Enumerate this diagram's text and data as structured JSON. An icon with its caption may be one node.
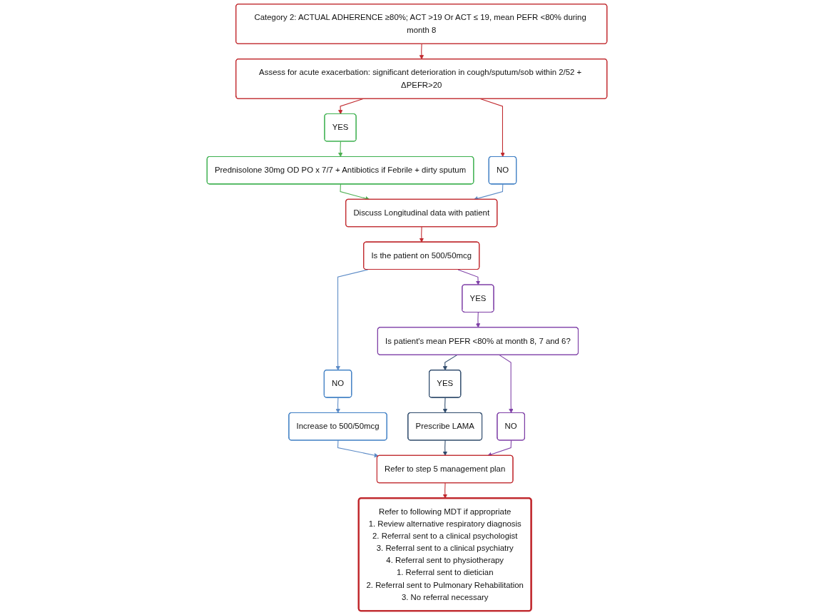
{
  "diagram": {
    "nodes": [
      {
        "text": [
          "Category 2: ACTUAL ADHERENCE ≥80%; ACT >19 Or ACT ≤ 19, mean PEFR <80% during month 8"
        ]
      },
      {
        "text": [
          "Assess for acute exacerbation: significant deterioration in cough/sputum/sob within 2/52 + ΔPEFR>20"
        ]
      },
      {
        "text": [
          "NO"
        ]
      },
      {
        "text": [
          "YES"
        ]
      },
      {
        "text": [
          "Prednisolone 30mg OD PO x 7/7 + Antibiotics if Febrile + dirty sputum"
        ]
      },
      {
        "text": [
          "Discuss Longitudinal data with patient"
        ]
      },
      {
        "text": [
          "Is the patient on 500/50mcg"
        ]
      },
      {
        "text": [
          "NO"
        ]
      },
      {
        "text": [
          "YES"
        ]
      },
      {
        "text": [
          "Increase to 500/50mcg"
        ]
      },
      {
        "text": [
          "Is patient's mean PEFR <80% at month 8, 7 and 6?"
        ]
      },
      {
        "text": [
          "NO"
        ]
      },
      {
        "text": [
          "YES"
        ]
      },
      {
        "text": [
          "Prescribe LAMA"
        ]
      },
      {
        "text": [
          "Refer to step 5 management plan"
        ]
      },
      {
        "text": [
          "Refer to following MDT if appropriate",
          "1. Review alternative respiratory diagnosis",
          "2. Referral sent to a clinical psychologist",
          "3. Referral sent to a clinical psychiatry",
          "4. Referral sent to physiotherapy",
          "1. Referral sent to dietician",
          "2. Referral sent to Pulmonary Rehabilitation",
          "3. No referral necessary"
        ]
      }
    ],
    "edges": [
      {
        "from": 0,
        "to": 1,
        "arrow": "to"
      },
      {
        "from": 1,
        "to": 2,
        "arrow": "to"
      },
      {
        "from": 1,
        "to": 3,
        "arrow": "to"
      },
      {
        "from": 3,
        "to": 4,
        "arrow": "to",
        "color": "#4caf50"
      },
      {
        "from": 4,
        "to": 5,
        "arrow": "to",
        "color": "#4caf50"
      },
      {
        "from": 2,
        "to": 5,
        "arrow": "to",
        "color": "#5b8ac6"
      },
      {
        "from": 5,
        "to": 6,
        "arrow": "to"
      },
      {
        "from": 6,
        "to": 7,
        "arrow": "to",
        "color": "#5b8ac6"
      },
      {
        "from": 6,
        "to": 8,
        "arrow": "to",
        "color": "#7e3fa6"
      },
      {
        "from": 7,
        "to": 9,
        "arrow": "to",
        "color": "#5b8ac6"
      },
      {
        "from": 8,
        "to": 10,
        "arrow": "to",
        "color": "#7e3fa6"
      },
      {
        "from": 10,
        "to": 11,
        "arrow": "to",
        "color": "#7e3fa6"
      },
      {
        "from": 10,
        "to": 12,
        "arrow": "to",
        "color": "#2e4a6b"
      },
      {
        "from": 12,
        "to": 13,
        "arrow": "to",
        "color": "#2e4a6b"
      },
      {
        "from": 9,
        "to": 14,
        "arrow": "to",
        "color": "#5b8ac6"
      },
      {
        "from": 13,
        "to": 14,
        "arrow": "to",
        "color": "#2e4a6b"
      },
      {
        "from": 11,
        "to": 14,
        "arrow": "to",
        "color": "#7e3fa6"
      },
      {
        "from": 14,
        "to": 15,
        "arrow": "to"
      }
    ]
  }
}
